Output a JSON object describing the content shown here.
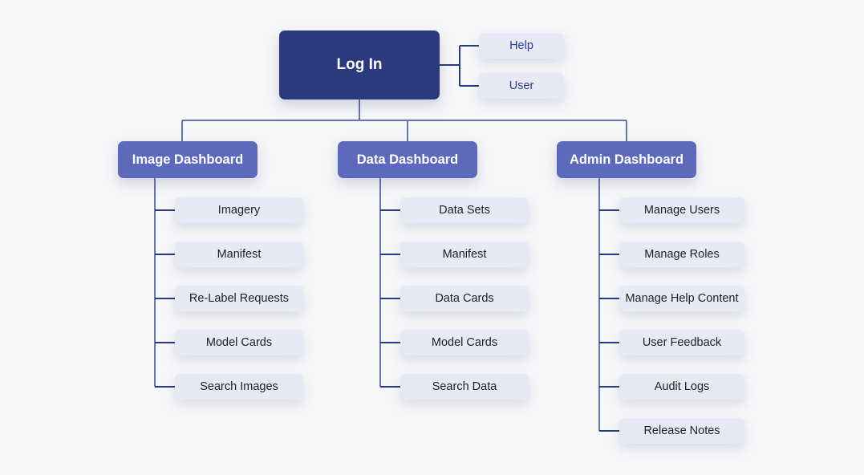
{
  "diagram": {
    "type": "sitemap-tree",
    "background_color": "#f6f7f9",
    "root": {
      "label": "Log In",
      "color": "#2b3a7e",
      "text_color": "#ffffff"
    },
    "side_nodes": [
      {
        "label": "Help"
      },
      {
        "label": "User"
      }
    ],
    "branches": [
      {
        "label": "Image Dashboard",
        "color": "#5d69ba",
        "children": [
          {
            "label": "Imagery"
          },
          {
            "label": "Manifest"
          },
          {
            "label": "Re-Label Requests"
          },
          {
            "label": "Model Cards"
          },
          {
            "label": "Search Images"
          }
        ]
      },
      {
        "label": "Data Dashboard",
        "color": "#5d69ba",
        "children": [
          {
            "label": "Data Sets"
          },
          {
            "label": "Manifest"
          },
          {
            "label": "Data Cards"
          },
          {
            "label": "Model Cards"
          },
          {
            "label": "Search Data"
          }
        ]
      },
      {
        "label": "Admin Dashboard",
        "color": "#5d69ba",
        "children": [
          {
            "label": "Manage Users"
          },
          {
            "label": "Manage Roles"
          },
          {
            "label": "Manage Help Content"
          },
          {
            "label": "User Feedback"
          },
          {
            "label": "Audit Logs"
          },
          {
            "label": "Release Notes"
          }
        ]
      }
    ],
    "connector_color": "#2b3a7e",
    "bus_color": "#6974ac"
  }
}
